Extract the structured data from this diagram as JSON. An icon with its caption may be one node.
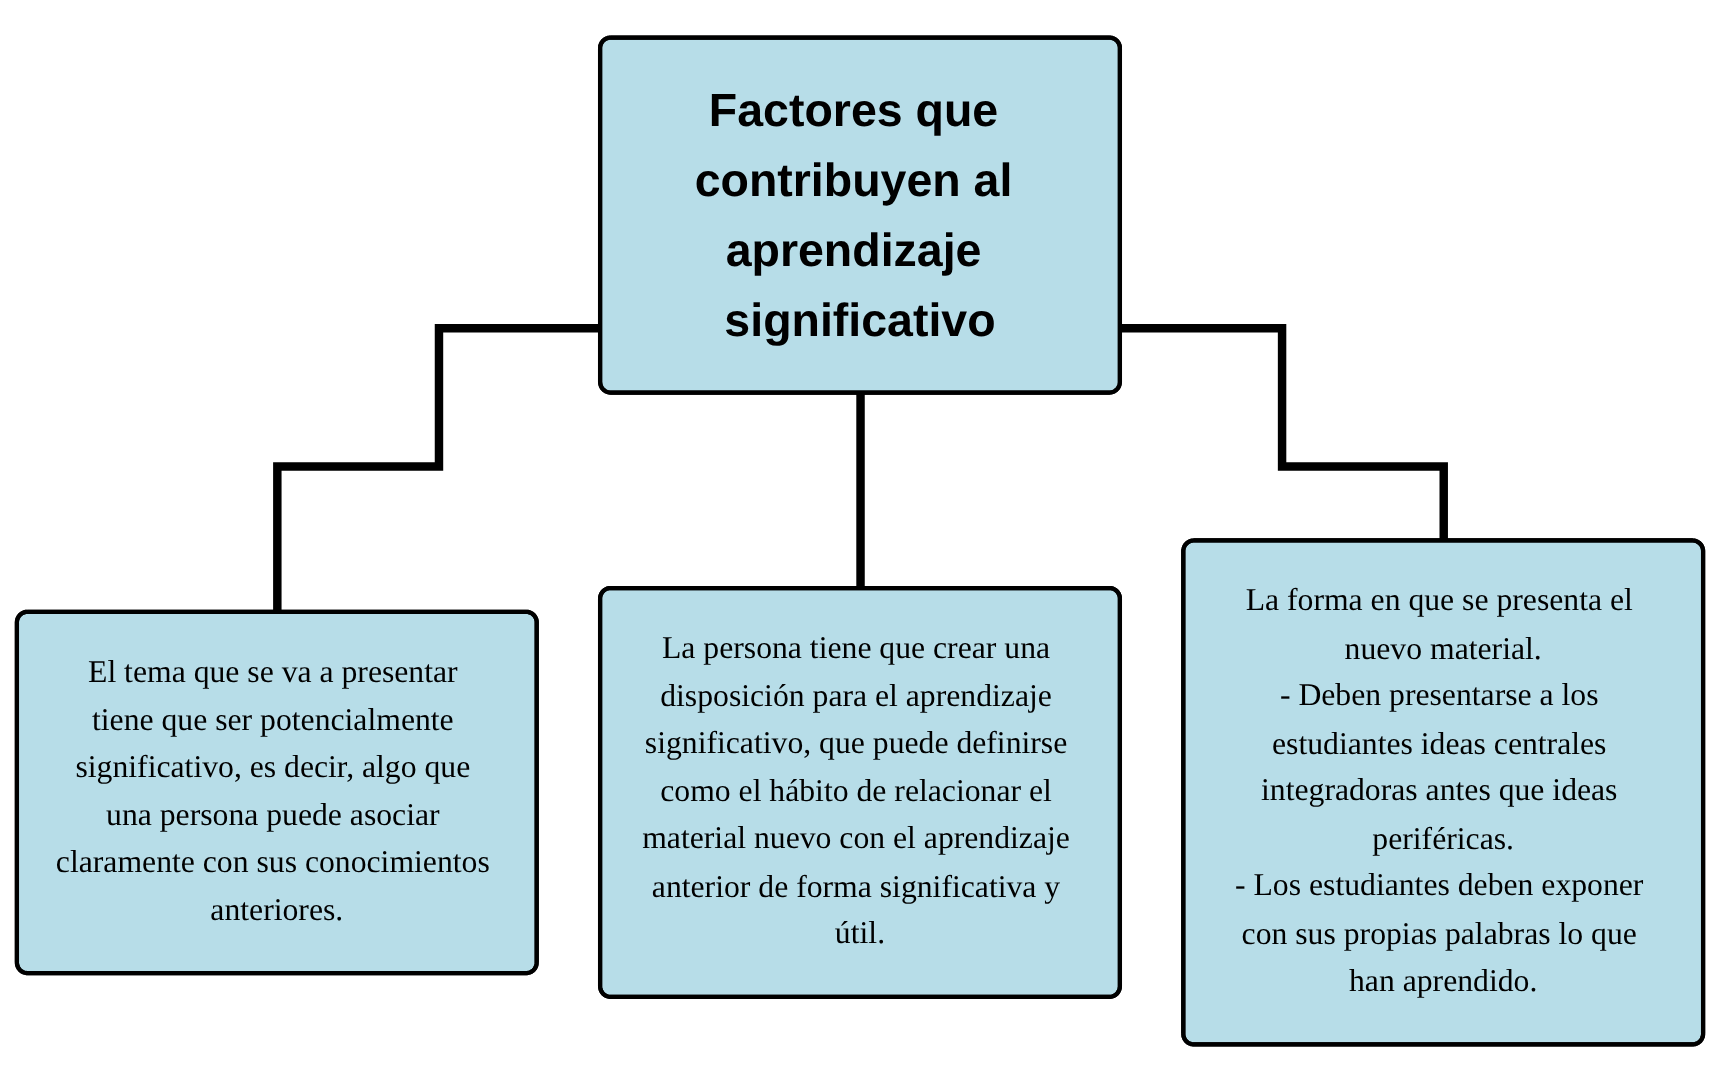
{
  "diagram": {
    "nodes": [
      {
        "text": [
          "Factores que contribuyen al aprendizaje significativo"
        ]
      },
      {
        "text": [
          "El tema que se va a presentar tiene que ser potencialmente significativo, es decir, algo que una persona puede asociar claramente con sus conocimientos anteriores."
        ]
      },
      {
        "text": [
          "La persona tiene que crear una disposición para el aprendizaje significativo, que puede definirse como el hábito de relacionar el material nuevo con el aprendizaje anterior de forma significativa y útil."
        ]
      },
      {
        "text": [
          "La forma en que se presenta el nuevo material.",
          "- Deben presentarse a los estudiantes ideas centrales integradoras antes que ideas periféricas.",
          "- Los estudiantes deben exponer con sus propias palabras lo que han aprendido."
        ]
      }
    ],
    "edges": [
      {
        "from": 0,
        "to": 1,
        "arrow": "none"
      },
      {
        "from": 0,
        "to": 2,
        "arrow": "none"
      },
      {
        "from": 0,
        "to": 3,
        "arrow": "none"
      }
    ]
  }
}
